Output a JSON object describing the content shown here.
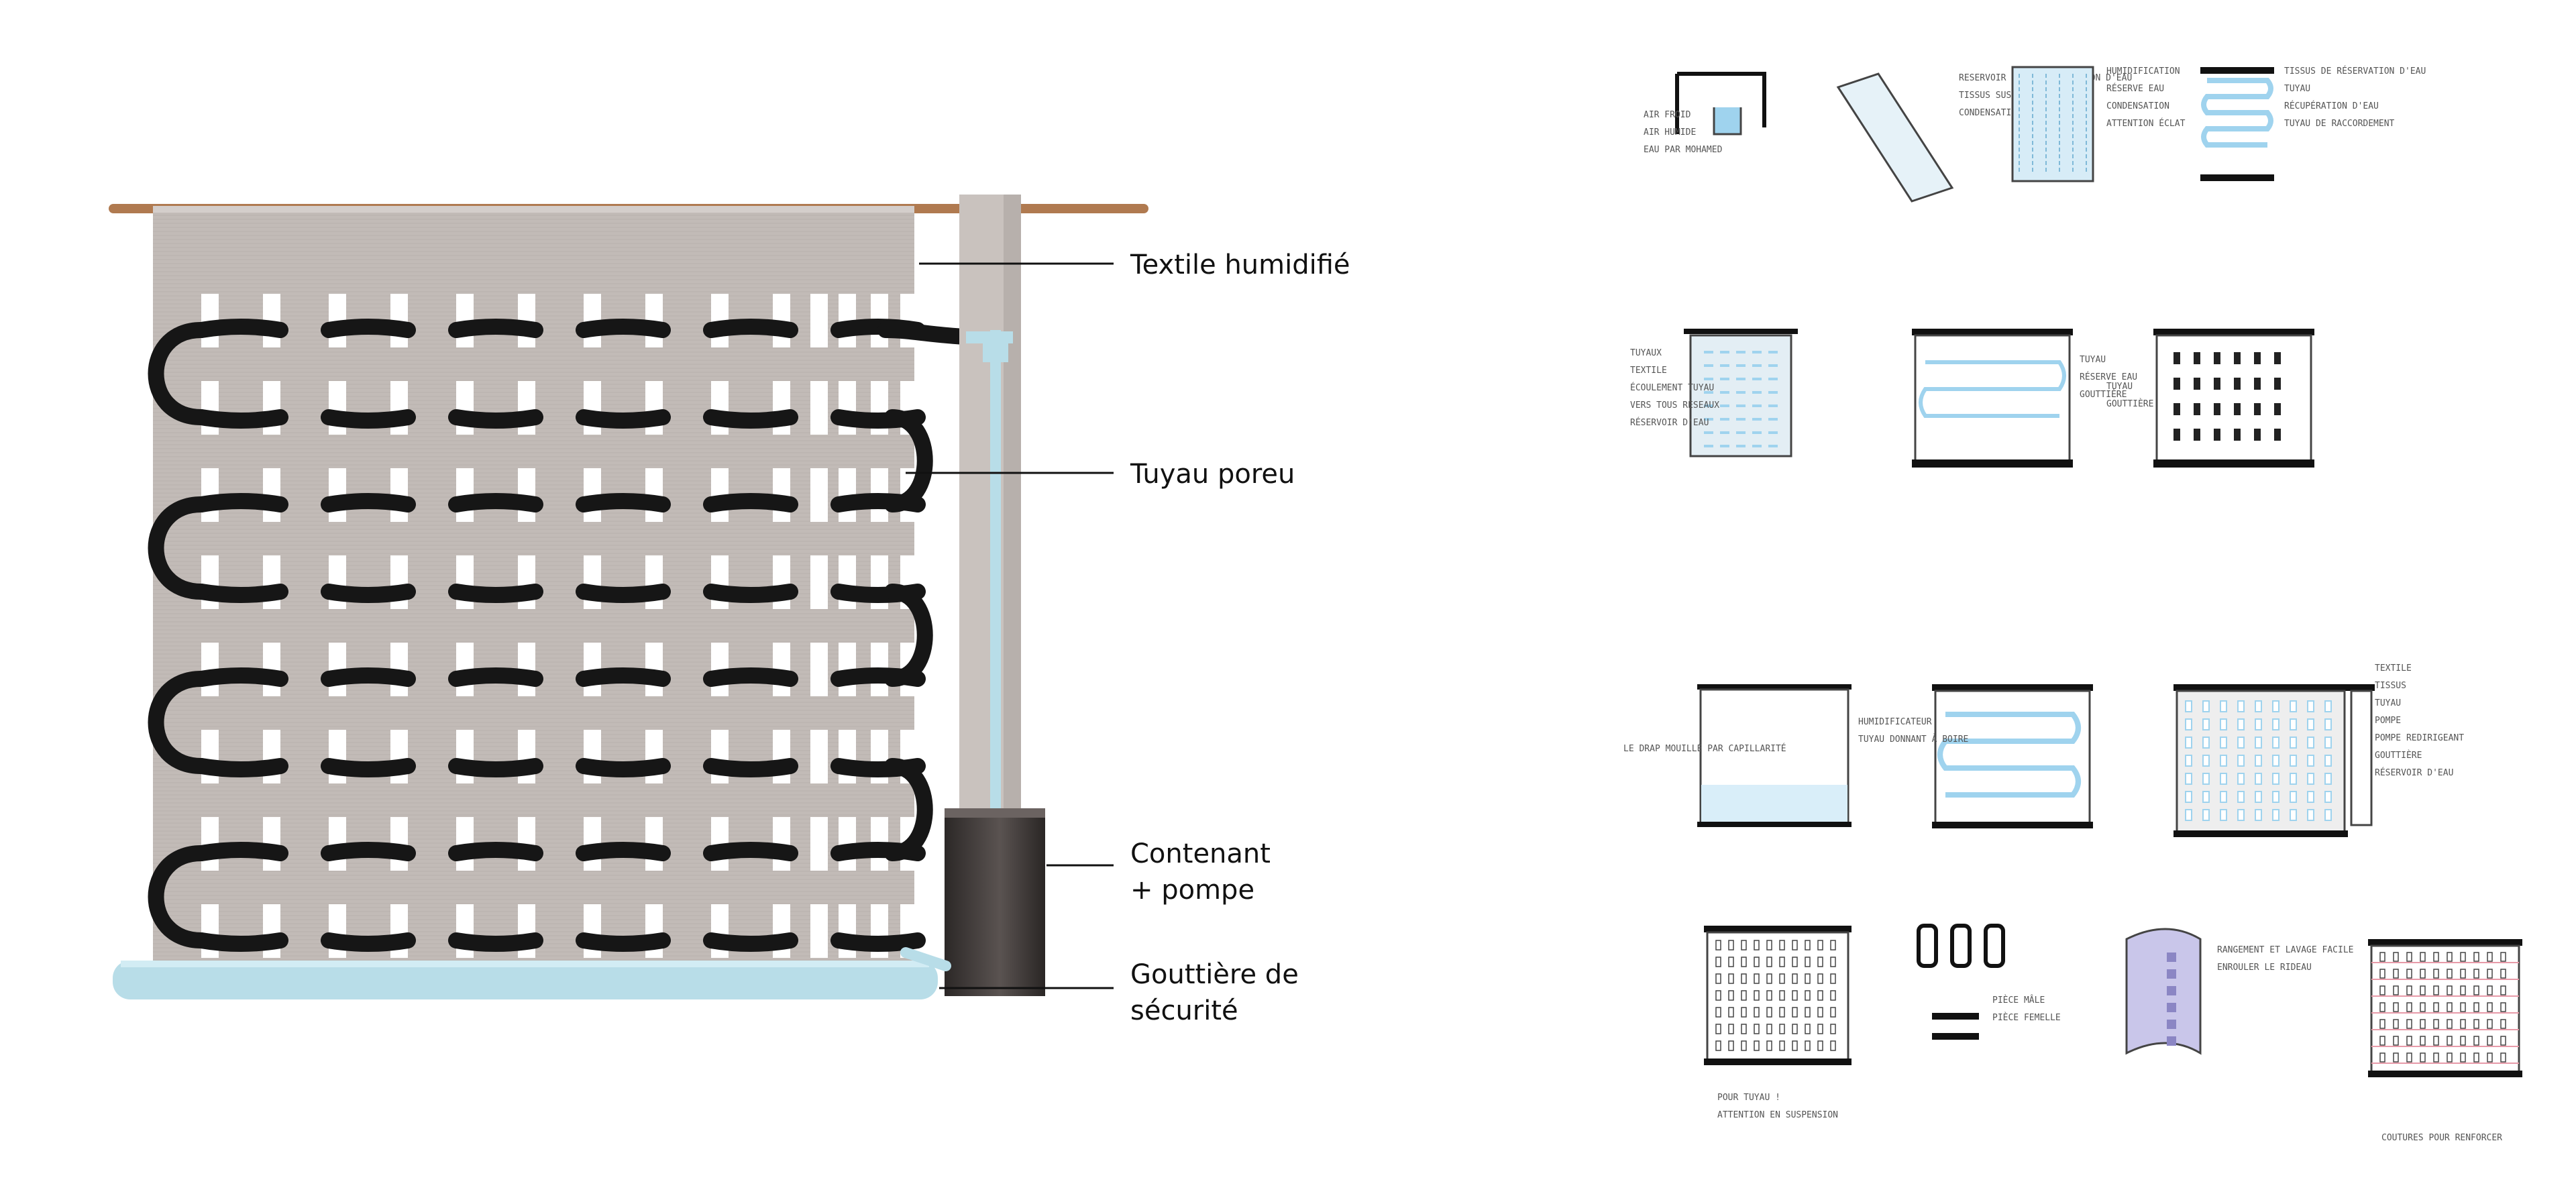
{
  "labels": {
    "textile": "Textile humidifié",
    "tuyau": "Tuyau poreu",
    "contenant_line1": "Contenant",
    "contenant_line2": "+ pompe",
    "gouttiere_line1": "Gouttière de",
    "gouttiere_line2": "sécurité"
  },
  "sketch_notes": {
    "s1": [
      "AIR FROID",
      "AIR HUMIDE",
      "EAU PAR MOHAMED"
    ],
    "s2": [
      "RESERVOIR DE HUMIDIFICATION D'EAU",
      "TISSUS SUSPENDUE",
      "CONDENSATION D'EAU"
    ],
    "s3": [
      "HUMIDIFICATION",
      "RÉSERVE EAU",
      "CONDENSATION",
      "ATTENTION ÉCLAT"
    ],
    "s4": [
      "TISSUS DE RÉSERVATION D'EAU",
      "TUYAU",
      "RÉCUPÉRATION D'EAU",
      "TUYAU DE RACCORDEMENT"
    ],
    "s5": [
      "TUYAUX",
      "TEXTILE",
      "ÉCOULEMENT TUYAU",
      "VERS TOUS RÉSEAUX",
      "RÉSERVOIR D'EAU"
    ],
    "s6": [
      "TUYAU",
      "RÉSERVE EAU",
      "GOUTTIÈRE"
    ],
    "s7": [
      "TUYAU",
      "GOUTTIÈRE"
    ],
    "s8": [
      "LE DRAP MOUILLÉ PAR CAPILLARITÉ"
    ],
    "s9": [
      "HUMIDIFICATEUR",
      "TUYAU DONNANT À BOIRE"
    ],
    "s10": [
      "TEXTILE",
      "TISSUS",
      "TUYAU",
      "POMPE",
      "POMPE REDIRIGEANT",
      "GOUTTIÈRE",
      "RÉSERVOIR D'EAU"
    ],
    "s11": [
      "POUR TUYAU !",
      "ATTENTION EN SUSPENSION"
    ],
    "s12": [
      "PIÈCE MÂLE",
      "PIÈCE FEMELLE"
    ],
    "s13": [
      "RANGEMENT ET LAVAGE FACILE",
      "ENROULER LE RIDEAU"
    ],
    "s14": [
      "COUTURES POUR RENFORCER"
    ]
  },
  "colors": {
    "textile": "#c2bbb7",
    "hole": "#ffffff",
    "tube": "#161616",
    "pipe": "#b8dde8",
    "rod": "#b07a50",
    "post": "#c9c2be",
    "tank": "#3a3534",
    "ink": "#111111",
    "sketch_ink": "#444444",
    "sketch_blue": "#9fd3ee"
  },
  "icons": [
    "curtain-render",
    "sketch-thumbnail"
  ]
}
